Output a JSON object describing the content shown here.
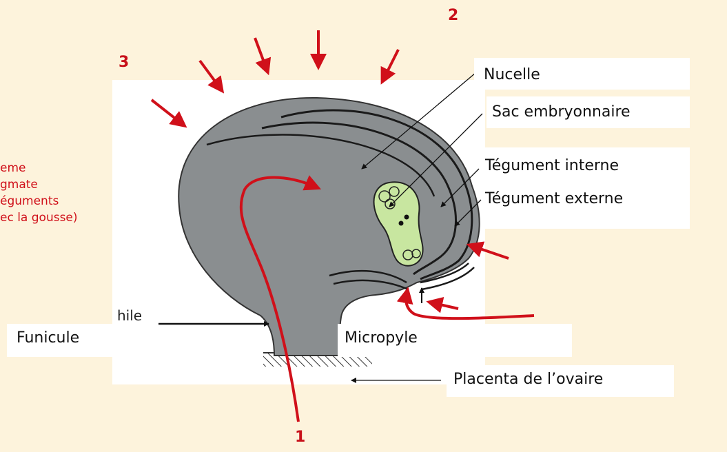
{
  "labels": {
    "nucelle": "Nucelle",
    "sac": "Sac embryonnaire",
    "tegument_interne": "Tégument interne",
    "tegument_externe": "Tégument externe",
    "funicule": "Funicule",
    "micropyle": "Micropyle",
    "placenta": "Placenta de l’ovaire",
    "hile": "hile"
  },
  "numbers": {
    "n1": "1",
    "n2": "2",
    "n3": "3"
  },
  "side_note": {
    "line1": "eme",
    "line2": "gmate",
    "line3": "éguments",
    "line4": "ec la gousse)"
  },
  "colors": {
    "background": "#fdf3dc",
    "ovule": "#8a8e90",
    "sac": "#c8e6a0",
    "arrow_red": "#d0101a",
    "text_red": "#d0101a"
  }
}
